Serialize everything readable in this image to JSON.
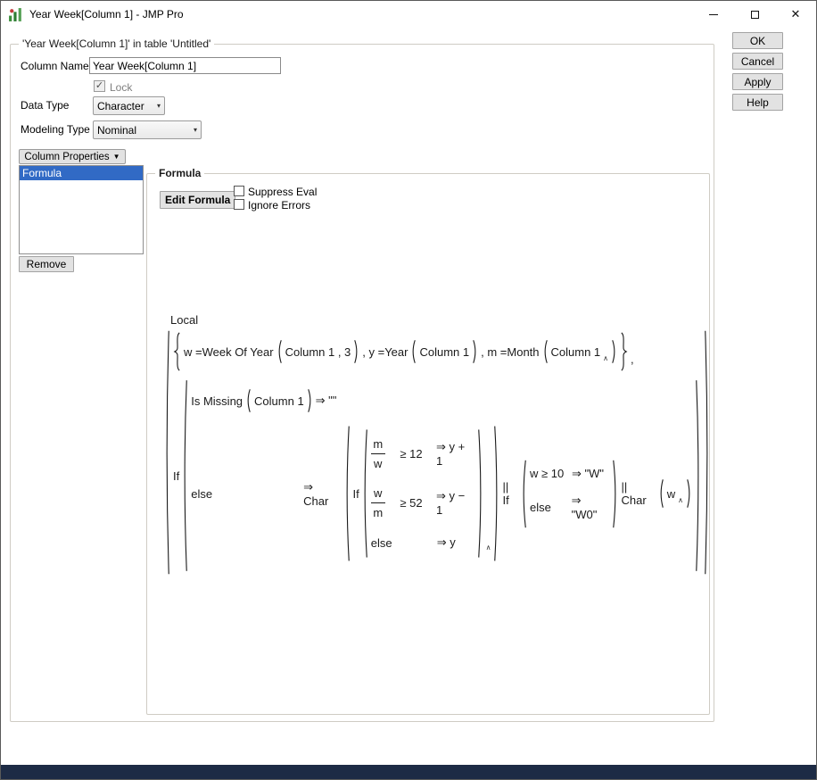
{
  "window": {
    "title": "Year Week[Column 1] - JMP Pro"
  },
  "icons": {
    "close": "✕",
    "combo_arrow": "▾",
    "props_arrow": "▼",
    "check": "✓",
    "caret": "∧"
  },
  "side_buttons": {
    "ok": "OK",
    "cancel": "Cancel",
    "apply": "Apply",
    "help": "Help"
  },
  "panel": {
    "legend": "'Year Week[Column 1]' in table 'Untitled'",
    "column_name_label": "Column Name",
    "column_name_value": "Year Week[Column 1]",
    "lock_label": "Lock",
    "data_type_label": "Data Type",
    "data_type_value": "Character",
    "modeling_type_label": "Modeling Type",
    "modeling_type_value": "Nominal",
    "column_properties_label": "Column Properties",
    "properties_list": [
      {
        "label": "Formula",
        "selected": true
      }
    ],
    "remove_label": "Remove"
  },
  "formula_panel": {
    "legend": "Formula",
    "edit_button": "Edit Formula",
    "suppress_label": "Suppress Eval",
    "ignore_label": "Ignore Errors"
  },
  "formula": {
    "local": "Local",
    "assign_w": "w =Week Of Year",
    "assign_w_args": "Column 1 , 3",
    "assign_y": ", y =Year",
    "assign_y_args": "Column 1",
    "assign_m": ", m =Month",
    "assign_m_args": "Column 1",
    "trailing_comma": ",",
    "if_label": "If",
    "cond_fn": "Is Missing",
    "cond_arg": "Column 1",
    "cond_result": "⇒ \"\"",
    "else_label": "else",
    "char_label": "⇒ Char",
    "inner_if_label": "If",
    "rows": [
      {
        "num": "m",
        "den": "w",
        "cmp": "≥ 12",
        "result": "⇒ y + 1"
      },
      {
        "num": "w",
        "den": "m",
        "cmp": "≥ 52",
        "result": "⇒ y − 1"
      }
    ],
    "inner_else": "else",
    "inner_else_result": "⇒ y",
    "concat_if": "|| If",
    "w_rows": [
      {
        "cond": "w ≥ 10",
        "result": "⇒ \"W\""
      },
      {
        "cond": "else",
        "result": "⇒ \"W0\""
      }
    ],
    "concat_char": "|| Char",
    "char_arg": "w"
  }
}
